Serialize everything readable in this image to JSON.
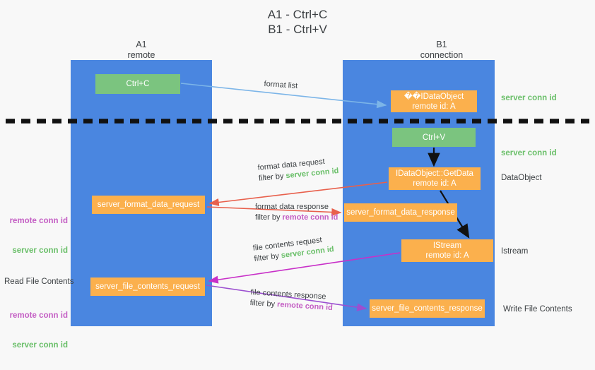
{
  "title": "A1 - Ctrl+C\nB1 - Ctrl+V",
  "columns": {
    "left": "A1\nremote",
    "right": "B1\nconnection"
  },
  "nodes": {
    "ctrl_c": "Ctrl+C",
    "idataobject": "��IDataObject\nremote id: A",
    "ctrl_v": "Ctrl+V",
    "getdata": "IDataObject::GetData\nremote id: A",
    "istream": "IStream\nremote id: A",
    "server_format_data_request": "server_format_data_request",
    "server_format_data_response": "server_format_data_response",
    "server_file_contents_request": "server_file_contents_request",
    "server_file_contents_response": "server_file_contents_response"
  },
  "right_labels": {
    "server_conn_id_top": "server conn id",
    "server_conn_id_mid": "server conn id",
    "dataobject": "DataObject",
    "istream": "Istream",
    "write_file_contents": "Write File Contents"
  },
  "left_labels": {
    "remote_conn_id_1": "remote conn id",
    "server_conn_id_1": "server conn id",
    "read_file_contents": "Read File Contents",
    "remote_conn_id_2": "remote conn id",
    "server_conn_id_2": "server conn id"
  },
  "edges": {
    "format_list": "format list",
    "format_data_request": "format data request",
    "format_data_request_filter_prefix": "filter by ",
    "format_data_request_filter_value": "server conn id",
    "format_data_response": "format data response",
    "format_data_response_filter_prefix": "filter by ",
    "format_data_response_filter_value": "remote conn id",
    "file_contents_request": "file contents request",
    "file_contents_request_filter_prefix": "filter by ",
    "file_contents_request_filter_value": "server conn id",
    "file_contents_response": "file contents response",
    "file_contents_response_filter_prefix": "filter by ",
    "file_contents_response_filter_value": "remote conn id"
  },
  "colors": {
    "lane": "#4a86e0",
    "green_node": "#7bc47f",
    "orange_node": "#fbb04d",
    "server_conn_id": "#6abf69",
    "remote_conn_id": "#c45fc4",
    "arrow_blue": "#7cb5e8",
    "arrow_red": "#e8604c",
    "arrow_magenta": "#c830c8",
    "arrow_purple": "#9b4fd0",
    "arrow_black": "#000000"
  }
}
